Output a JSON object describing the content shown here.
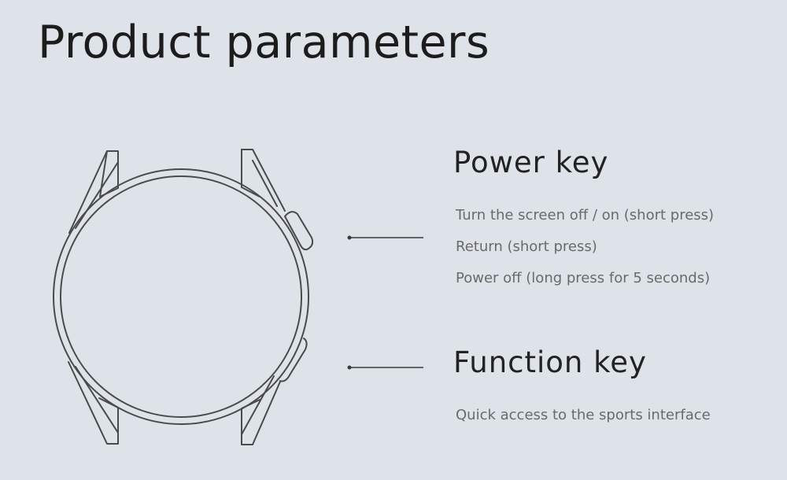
{
  "page": {
    "title": "Product parameters"
  },
  "power_key": {
    "heading": "Power key",
    "lines": [
      "Turn the screen off / on (short press)",
      "Return (short press)",
      "Power off (long press for 5 seconds)"
    ]
  },
  "function_key": {
    "heading": "Function key",
    "lines": [
      "Quick access to the sports interface"
    ]
  },
  "colors": {
    "background": "#dde3e8",
    "outline": "#4a4a4a",
    "heading": "#222222",
    "description": "#6a6a6a"
  }
}
